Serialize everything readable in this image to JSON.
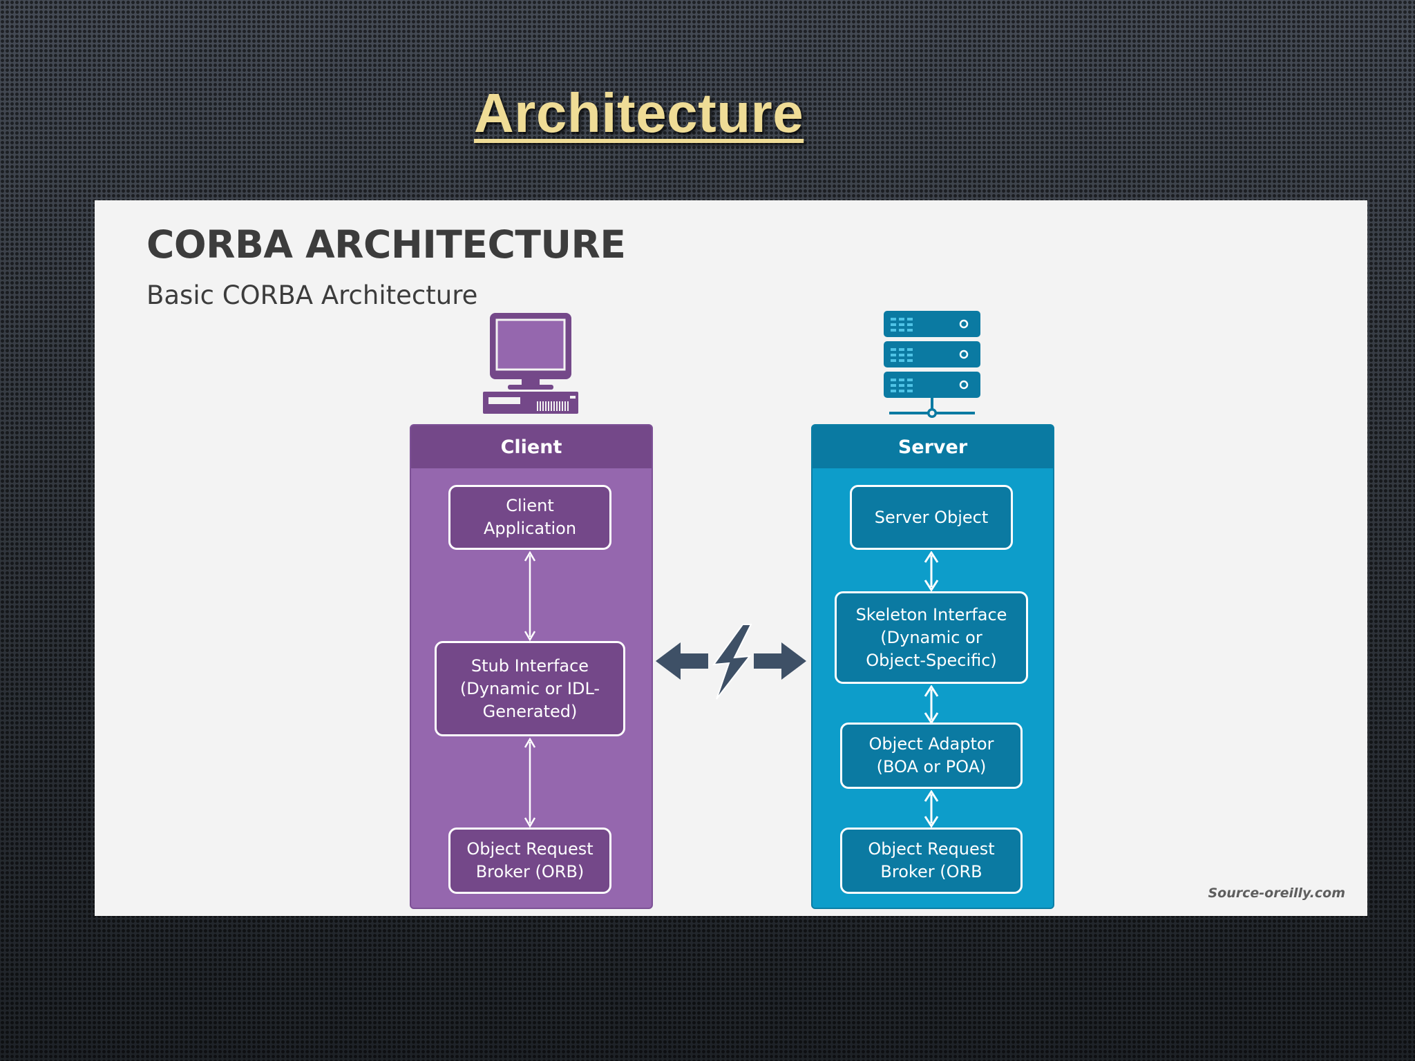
{
  "slide": {
    "title": "Architecture"
  },
  "figure": {
    "title": "CORBA ARCHITECTURE",
    "subtitle": "Basic CORBA Architecture",
    "source": "Source-oreilly.com",
    "client": {
      "header": "Client",
      "icon": "desktop-computer-icon",
      "color": "#9567ae",
      "boxes": [
        "Client\nApplication",
        "Stub Interface\n(Dynamic or IDL-\nGenerated)",
        "Object Request\nBroker (ORB)"
      ]
    },
    "server": {
      "header": "Server",
      "icon": "server-rack-icon",
      "color": "#0d9dca",
      "boxes": [
        "Server Object",
        "Skeleton Interface\n(Dynamic or\nObject-Specific)",
        "Object Adaptor\n(BOA or POA)",
        "Object Request\nBroker (ORB"
      ]
    },
    "connector_icon": "bidirectional-lightning-arrow-icon"
  }
}
